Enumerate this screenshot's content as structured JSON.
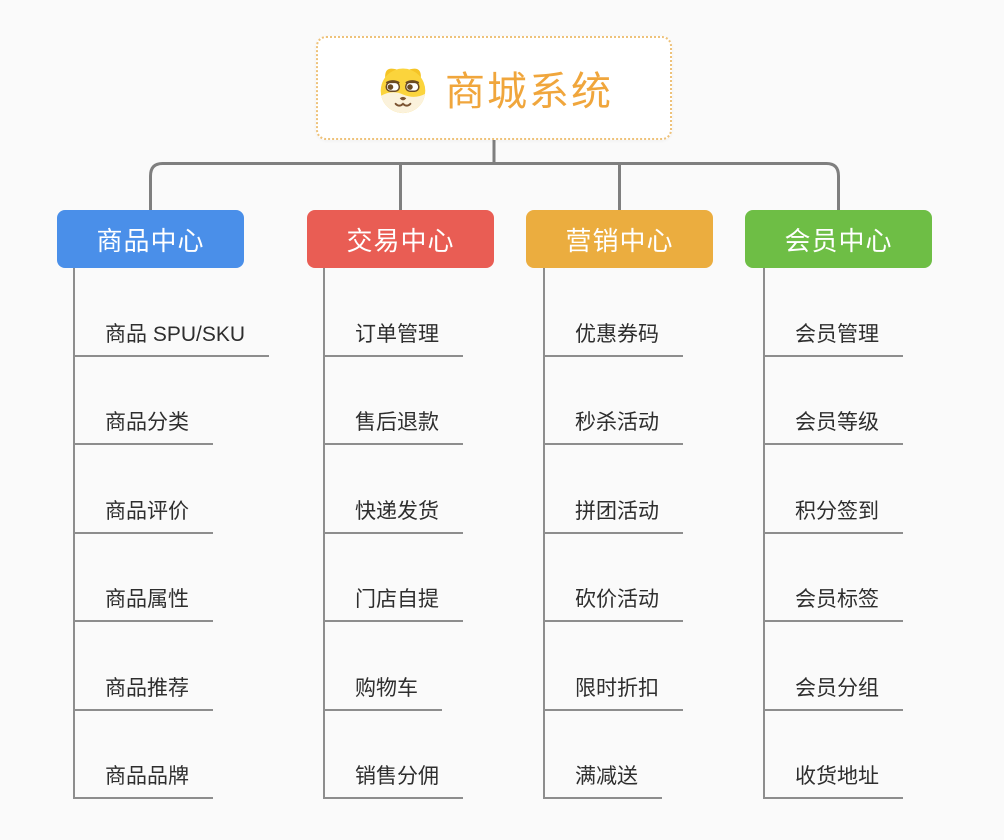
{
  "root": {
    "title": "商城系统",
    "icon": "shiba-dog-icon"
  },
  "branches": [
    {
      "label": "商品中心",
      "color": "#4a8fe9",
      "children": [
        "商品 SPU/SKU",
        "商品分类",
        "商品评价",
        "商品属性",
        "商品推荐",
        "商品品牌"
      ]
    },
    {
      "label": "交易中心",
      "color": "#e95d54",
      "children": [
        "订单管理",
        "售后退款",
        "快递发货",
        "门店自提",
        "购物车",
        "销售分佣"
      ]
    },
    {
      "label": "营销中心",
      "color": "#ebad3f",
      "children": [
        "优惠券码",
        "秒杀活动",
        "拼团活动",
        "砍价活动",
        "限时折扣",
        "满减送"
      ]
    },
    {
      "label": "会员中心",
      "color": "#6ebe45",
      "children": [
        "会员管理",
        "会员等级",
        "积分签到",
        "会员标签",
        "会员分组",
        "收货地址"
      ]
    }
  ],
  "palette": {
    "background": "#fafafa",
    "connector_line": "#7f7f7f",
    "item_line": "#8d8d8d",
    "item_text": "#2e2e2e",
    "root_text": "#f0a63c",
    "root_border": "#eec27a",
    "header_text": "#ffffff"
  }
}
